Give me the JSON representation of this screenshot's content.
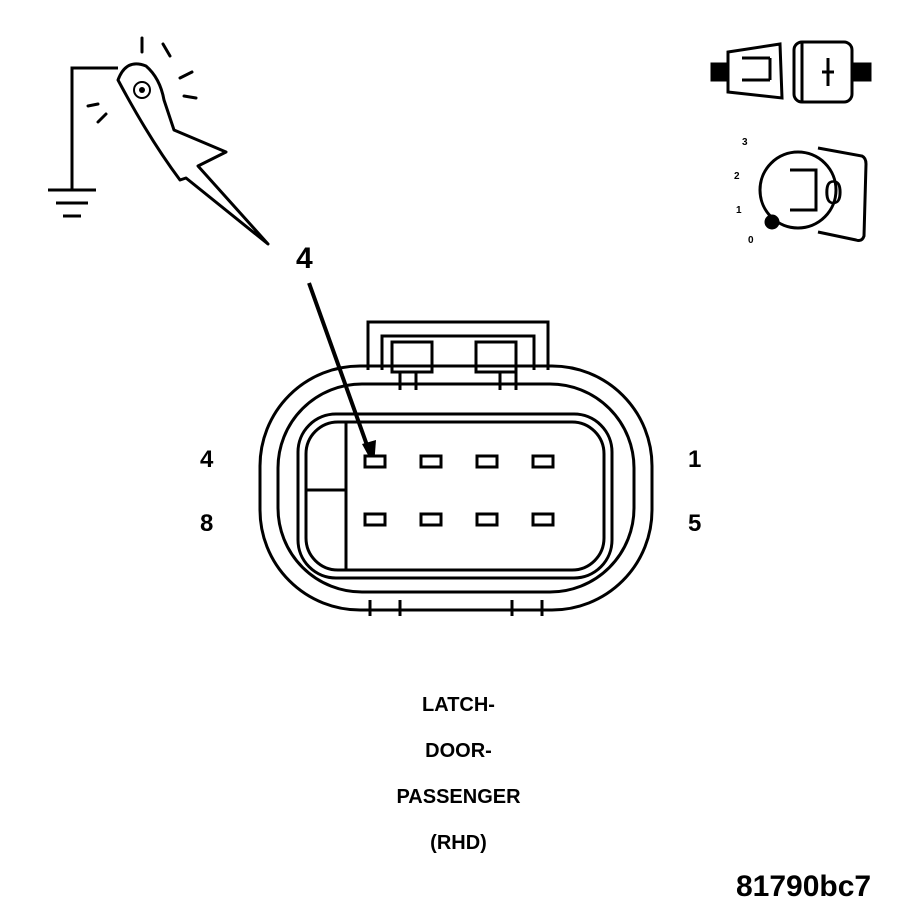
{
  "diagram": {
    "probe_pin_callout": "4",
    "pin_labels": {
      "top_left": "4",
      "top_right": "1",
      "bottom_left": "8",
      "bottom_right": "5"
    },
    "caption_lines": [
      "LATCH-",
      "DOOR-",
      "PASSENGER",
      "(RHD)"
    ],
    "figure_id": "81790bc7",
    "ignition_switch": {
      "positions": [
        "3",
        "2",
        "1",
        "0"
      ],
      "key_label": "0"
    },
    "icons": [
      "ground-symbol-icon",
      "test-light-probe-icon",
      "disconnected-connector-icon",
      "ignition-key-icon"
    ],
    "colors": {
      "ink": "#000000",
      "paper": "#ffffff"
    }
  }
}
